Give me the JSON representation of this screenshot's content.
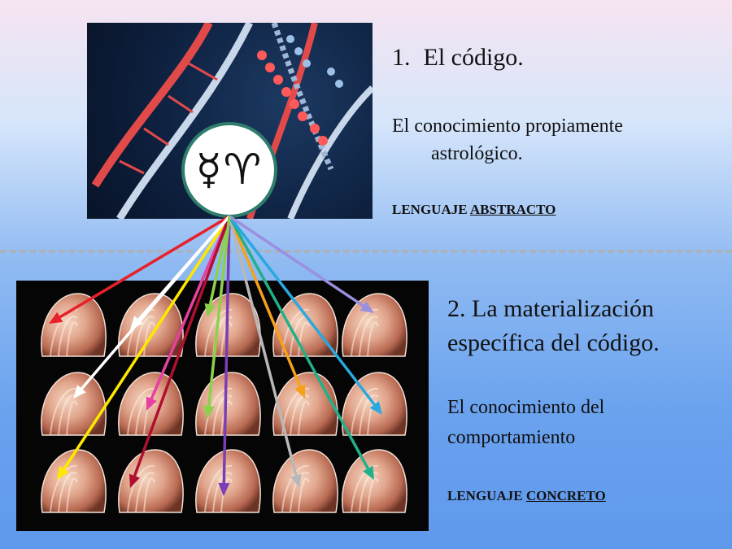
{
  "section1": {
    "number": "1.",
    "title": "El código.",
    "desc_line1": "El conocimiento  propiamente",
    "desc_line2": "astrológico.",
    "lang_prefix": "LENGUAJE ",
    "lang_word": "ABSTRACTO"
  },
  "section2": {
    "title_line1": "2. La materialización",
    "title_line2": "específica del código.",
    "desc_line1": "El conocimiento  del",
    "desc_line2": "comportamiento",
    "lang_prefix": "LENGUAJE ",
    "lang_word": "CONCRETO"
  },
  "symbols": "☿♈",
  "arrow_colors": [
    "#e8202a",
    "#ffffff",
    "#ffe800",
    "#e83fa0",
    "#8cd14c",
    "#7a3fb5",
    "#b01030",
    "#f7a11a",
    "#b8b8b8",
    "#22b08a",
    "#2aa8e0",
    "#9b8fe0"
  ]
}
